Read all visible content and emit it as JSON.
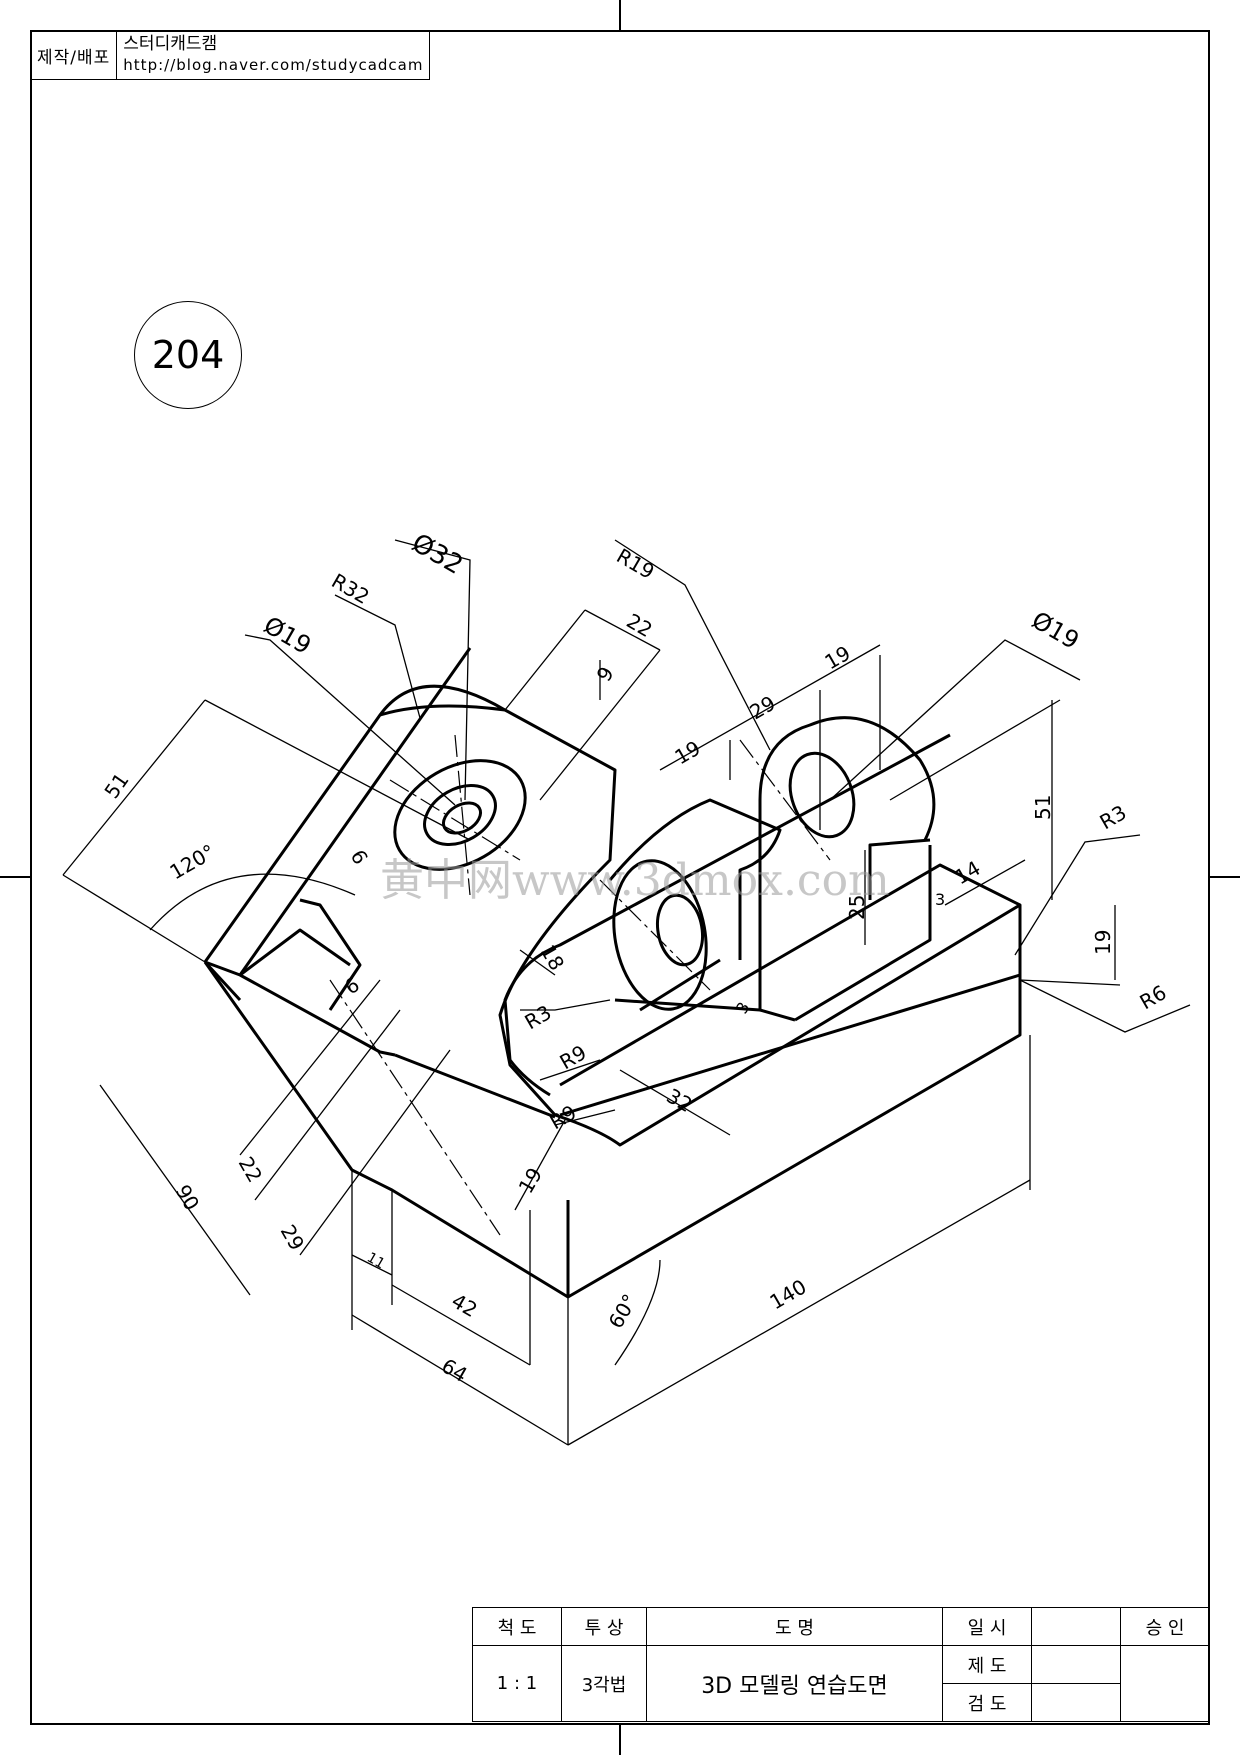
{
  "header": {
    "label": "제작/배포",
    "author": "스터디캐드캠",
    "url": "http://blog.naver.com/studycadcam"
  },
  "drawing_number": "204",
  "watermark": "黄中网www.3dmox.com",
  "dimensions": {
    "phi32": "Ø32",
    "r32": "R32",
    "phi19_left": "Ø19",
    "d51_left": "51",
    "a120": "120°",
    "d22_top": "22",
    "d9": "9",
    "r19": "R19",
    "d29": "29",
    "d19_top": "19",
    "d19_mid": "19",
    "phi19_right": "Ø19",
    "d51_right": "51",
    "r3_right": "R3",
    "d25": "25",
    "d14": "14",
    "d3_right": "3",
    "d19_right": "19",
    "r6": "R6",
    "d6_a": "6",
    "d6_b": "6",
    "d18": "18",
    "r3_left": "R3",
    "r9_a": "R9",
    "d3_mid": "3",
    "d32": "32",
    "r9_b": "R9",
    "d19_low": "19",
    "d90": "90",
    "d22_low": "22",
    "d29_low": "29",
    "d11": "11",
    "d42": "42",
    "d64": "64",
    "a60": "60°",
    "d140": "140"
  },
  "title_block": {
    "scale_label": "척 도",
    "projection_label": "투 상",
    "title_label": "도 명",
    "date_label": "일 시",
    "approve_label": "승 인",
    "scale": "1 : 1",
    "projection": "3각법",
    "title": "3D 모델링 연습도면",
    "drawn_label": "제 도",
    "checked_label": "검 도"
  }
}
